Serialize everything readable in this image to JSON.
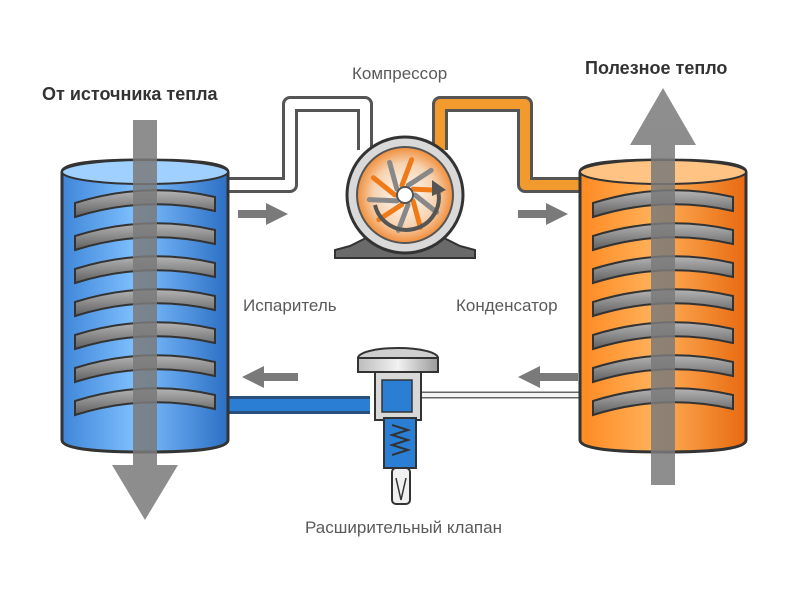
{
  "labels": {
    "heat_source": "От источника тепла",
    "useful_heat": "Полезное тепло",
    "compressor": "Компрессор",
    "evaporator": "Испаритель",
    "condenser": "Конденсатор",
    "expansion_valve": "Расширительный клапан"
  },
  "colors": {
    "cold": "#2a7fd4",
    "hot": "#f07a18",
    "arrow": "#7a7a7a",
    "coil": "#8a8a8a",
    "pipe_neutral": "#ffffff"
  }
}
